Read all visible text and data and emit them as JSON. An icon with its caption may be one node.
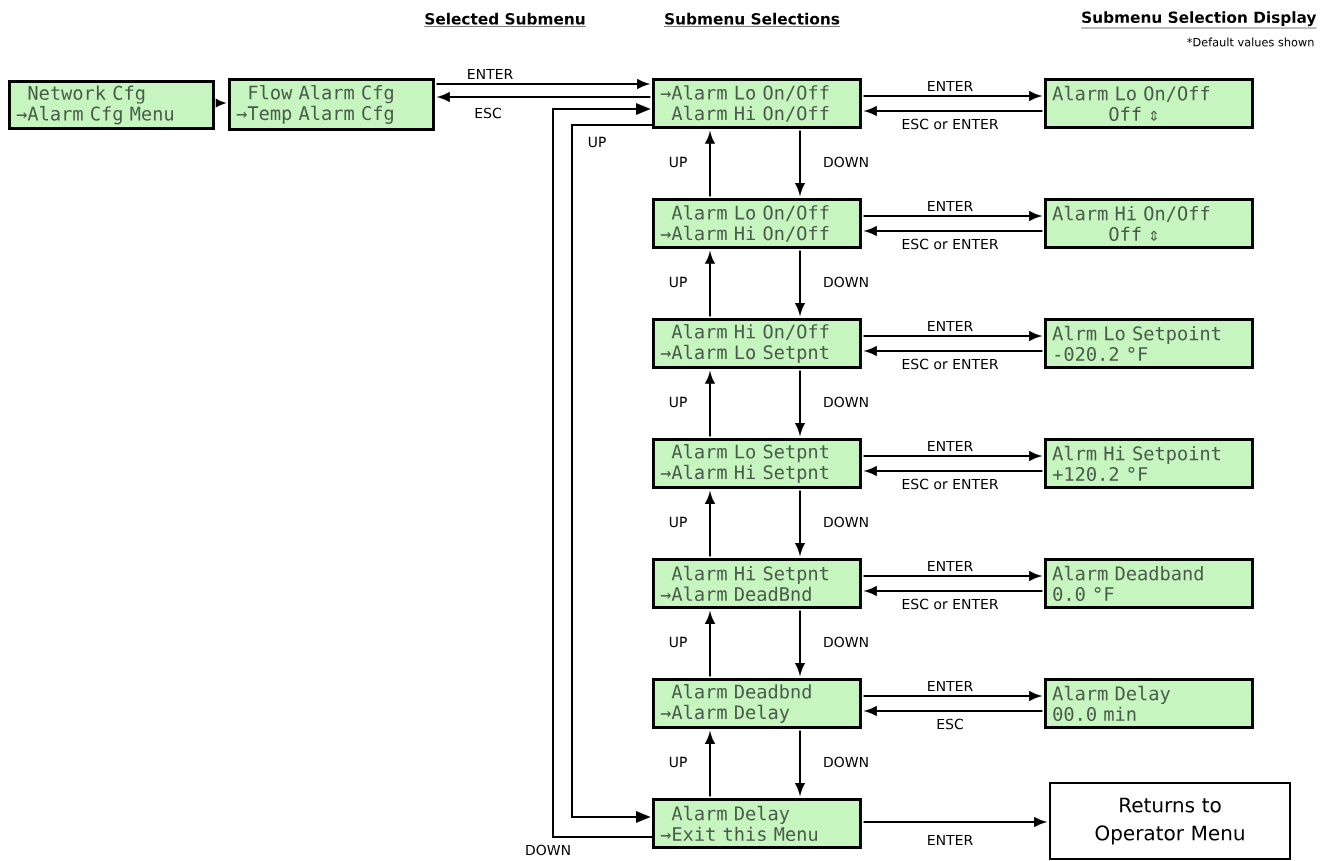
{
  "diagram": {
    "nodes": [
      {
        "text": [
          "Network Cfg",
          "→Alarm Cfg Menu"
        ]
      },
      {
        "text": [
          "Flow Alarm Cfg",
          "→Temp Alarm Cfg"
        ]
      },
      {
        "text": [
          "→Alarm Lo On/Off",
          "Alarm Hi On/Off"
        ]
      },
      {
        "text": [
          "Alarm Lo On/Off",
          "→Alarm Hi On/Off"
        ]
      },
      {
        "text": [
          "Alarm Hi On/Off",
          "→Alarm Lo Setpnt"
        ]
      },
      {
        "text": [
          "Alarm Lo Setpnt",
          "→Alarm Hi Setpnt"
        ]
      },
      {
        "text": [
          "Alarm Hi Setpnt",
          "→Alarm DeadBnd"
        ]
      },
      {
        "text": [
          "Alarm Deadbnd",
          "→Alarm Delay"
        ]
      },
      {
        "text": [
          "Alarm Delay",
          "→Exit this Menu"
        ]
      },
      {
        "text": [
          "Alarm Lo On/Off",
          "Off ⇕"
        ]
      },
      {
        "text": [
          "Alarm Hi On/Off",
          "Off ⇕"
        ]
      },
      {
        "text": [
          "Alrm Lo Setpoint",
          "-020.2 °F"
        ]
      },
      {
        "text": [
          "Alrm Hi Setpoint",
          "+120.2 °F"
        ]
      },
      {
        "text": [
          "Alarm Deadband",
          "0.0 °F"
        ]
      },
      {
        "text": [
          "Alarm Delay",
          "00.0 min"
        ]
      },
      {
        "text": [
          "Returns to Operator Menu"
        ]
      }
    ],
    "edges": [
      {
        "from": 0,
        "to": 1,
        "arrow": "to"
      },
      {
        "from": 1,
        "to": 2,
        "arrow": "to",
        "label": "ENTER"
      },
      {
        "from": 2,
        "to": 1,
        "arrow": "to",
        "label": "ESC"
      },
      {
        "from": 2,
        "to": 8,
        "arrow": "to",
        "label": "UP"
      },
      {
        "from": 8,
        "to": 2,
        "arrow": "to",
        "label": "DOWN"
      },
      {
        "from": 2,
        "to": 3,
        "arrow": "to",
        "label": "DOWN"
      },
      {
        "from": 3,
        "to": 2,
        "arrow": "to",
        "label": "UP"
      },
      {
        "from": 3,
        "to": 4,
        "arrow": "to",
        "label": "DOWN"
      },
      {
        "from": 4,
        "to": 3,
        "arrow": "to",
        "label": "UP"
      },
      {
        "from": 4,
        "to": 5,
        "arrow": "to",
        "label": "DOWN"
      },
      {
        "from": 5,
        "to": 4,
        "arrow": "to",
        "label": "UP"
      },
      {
        "from": 5,
        "to": 6,
        "arrow": "to",
        "label": "DOWN"
      },
      {
        "from": 6,
        "to": 5,
        "arrow": "to",
        "label": "UP"
      },
      {
        "from": 6,
        "to": 7,
        "arrow": "to",
        "label": "DOWN"
      },
      {
        "from": 7,
        "to": 6,
        "arrow": "to",
        "label": "UP"
      },
      {
        "from": 7,
        "to": 8,
        "arrow": "to",
        "label": "DOWN"
      },
      {
        "from": 8,
        "to": 7,
        "arrow": "to",
        "label": "UP"
      },
      {
        "from": 2,
        "to": 9,
        "arrow": "to",
        "label": "ENTER"
      },
      {
        "from": 9,
        "to": 2,
        "arrow": "to",
        "label": "ESC or ENTER"
      },
      {
        "from": 3,
        "to": 10,
        "arrow": "to",
        "label": "ENTER"
      },
      {
        "from": 10,
        "to": 3,
        "arrow": "to",
        "label": "ESC or ENTER"
      },
      {
        "from": 4,
        "to": 11,
        "arrow": "to",
        "label": "ENTER"
      },
      {
        "from": 11,
        "to": 4,
        "arrow": "to",
        "label": "ESC or ENTER"
      },
      {
        "from": 5,
        "to": 12,
        "arrow": "to",
        "label": "ENTER"
      },
      {
        "from": 12,
        "to": 5,
        "arrow": "to",
        "label": "ESC or ENTER"
      },
      {
        "from": 6,
        "to": 13,
        "arrow": "to",
        "label": "ENTER"
      },
      {
        "from": 13,
        "to": 6,
        "arrow": "to",
        "label": "ESC or ENTER"
      },
      {
        "from": 7,
        "to": 14,
        "arrow": "to",
        "label": "ENTER"
      },
      {
        "from": 14,
        "to": 7,
        "arrow": "to",
        "label": "ESC"
      },
      {
        "from": 8,
        "to": 15,
        "arrow": "to",
        "label": "ENTER"
      }
    ],
    "labels": [
      "Selected Submenu",
      "Submenu Selections",
      "Submenu Selection Display",
      "*Default values shown"
    ]
  }
}
